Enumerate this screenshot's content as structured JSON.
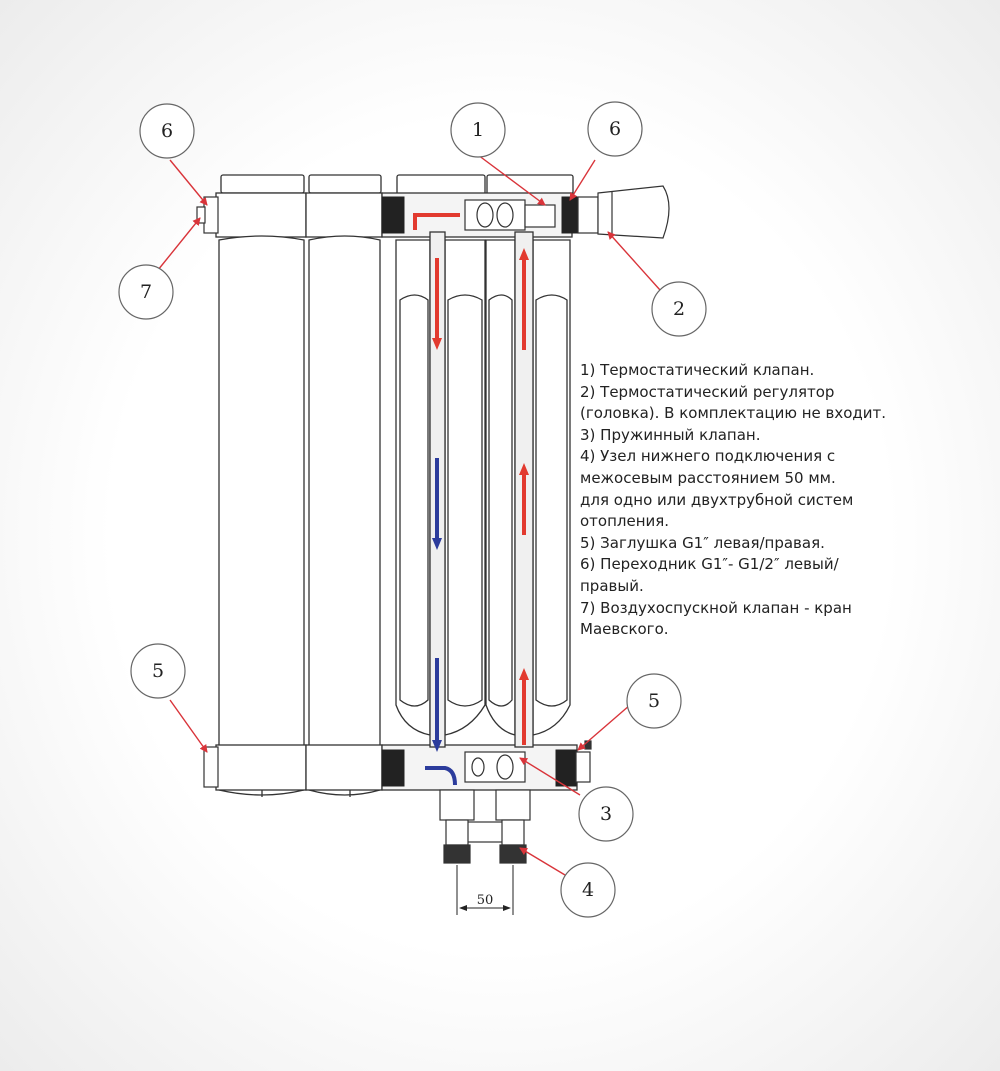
{
  "callouts": [
    {
      "id": "c6a",
      "num": "6"
    },
    {
      "id": "c7",
      "num": "7"
    },
    {
      "id": "c1",
      "num": "1"
    },
    {
      "id": "c6b",
      "num": "6"
    },
    {
      "id": "c2",
      "num": "2"
    },
    {
      "id": "c5a",
      "num": "5"
    },
    {
      "id": "c5b",
      "num": "5"
    },
    {
      "id": "c3",
      "num": "3"
    },
    {
      "id": "c4",
      "num": "4"
    }
  ],
  "dimension": {
    "label": "50"
  },
  "legend": {
    "lines": [
      "1) Термостатический клапан.",
      "2) Термостатический регулятор",
      "(головка). В комплектацию не входит.",
      "3) Пружинный клапан.",
      "4) Узел нижнего подключения с",
      "межосевым расстоянием 50 мм.",
      "для одно или двухтрубной систем",
      "отопления.",
      "5) Заглушка G1″ левая/правая.",
      "6) Переходник G1″- G1/2″ левый/",
      "правый.",
      "7) Воздухоспускной клапан - кран",
      "Маевского."
    ]
  },
  "colors": {
    "outline": "#333333",
    "leader": "#d9343a",
    "hot_flow": "#e23a2f",
    "cold_flow": "#2c3c9c"
  }
}
